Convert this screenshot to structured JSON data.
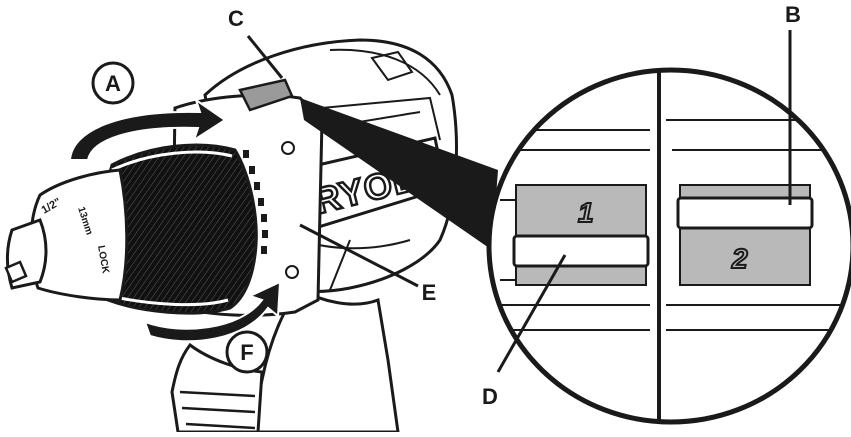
{
  "labels": {
    "a": "A",
    "b": "B",
    "c": "C",
    "d": "D",
    "e": "E",
    "f": "F"
  },
  "brand": "RYOBI",
  "chuck_text": {
    "size": "1/2\"",
    "mm": "13mm",
    "lock": "LOCK"
  },
  "gear_positions": {
    "low": "1",
    "high": "2"
  },
  "colors": {
    "ink": "#1a1a1a",
    "paper": "#ffffff",
    "selector_gray": "#b9b9b9"
  }
}
